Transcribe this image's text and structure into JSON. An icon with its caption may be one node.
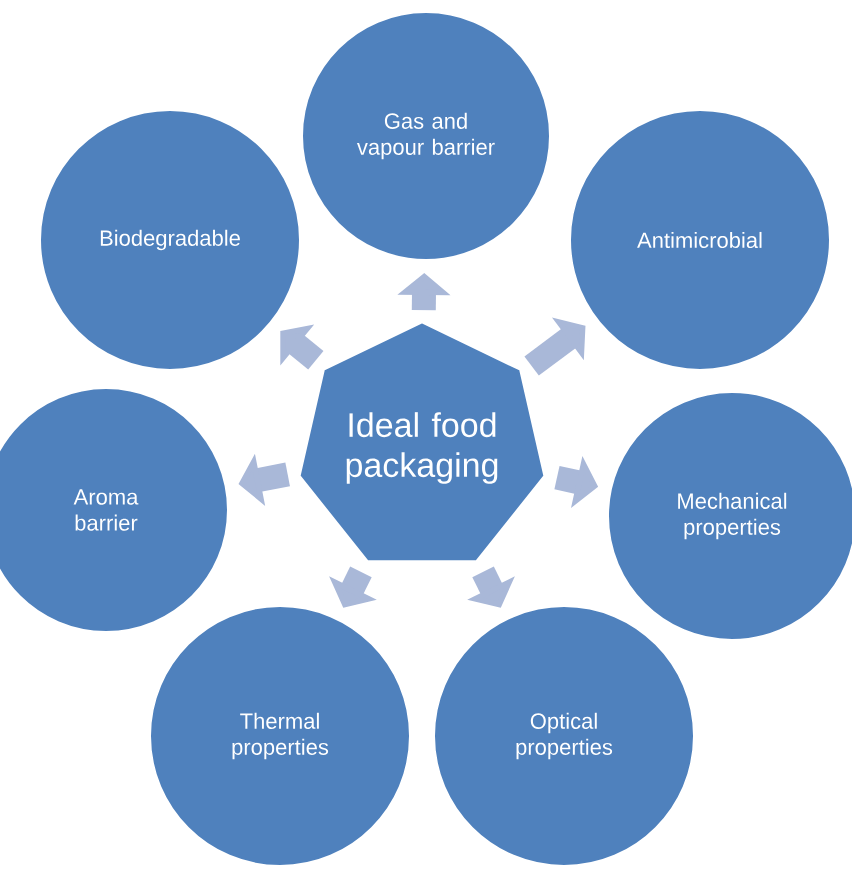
{
  "diagram": {
    "nodes": [
      {
        "text": [
          "Ideal food packaging"
        ]
      },
      {
        "text": [
          "Gas and vapour barrier"
        ]
      },
      {
        "text": [
          "Antimicrobial"
        ]
      },
      {
        "text": [
          "Mechanical properties"
        ]
      },
      {
        "text": [
          "Optical properties"
        ]
      },
      {
        "text": [
          "Thermal properties"
        ]
      },
      {
        "text": [
          "Aroma barrier"
        ]
      },
      {
        "text": [
          "Biodegradable"
        ]
      }
    ],
    "edges": [
      {
        "from": 0,
        "to": 1,
        "arrow": "to"
      },
      {
        "from": 0,
        "to": 2,
        "arrow": "to"
      },
      {
        "from": 0,
        "to": 3,
        "arrow": "to"
      },
      {
        "from": 0,
        "to": 4,
        "arrow": "to"
      },
      {
        "from": 0,
        "to": 5,
        "arrow": "to"
      },
      {
        "from": 0,
        "to": 6,
        "arrow": "to"
      },
      {
        "from": 0,
        "to": 7,
        "arrow": "to"
      }
    ]
  }
}
